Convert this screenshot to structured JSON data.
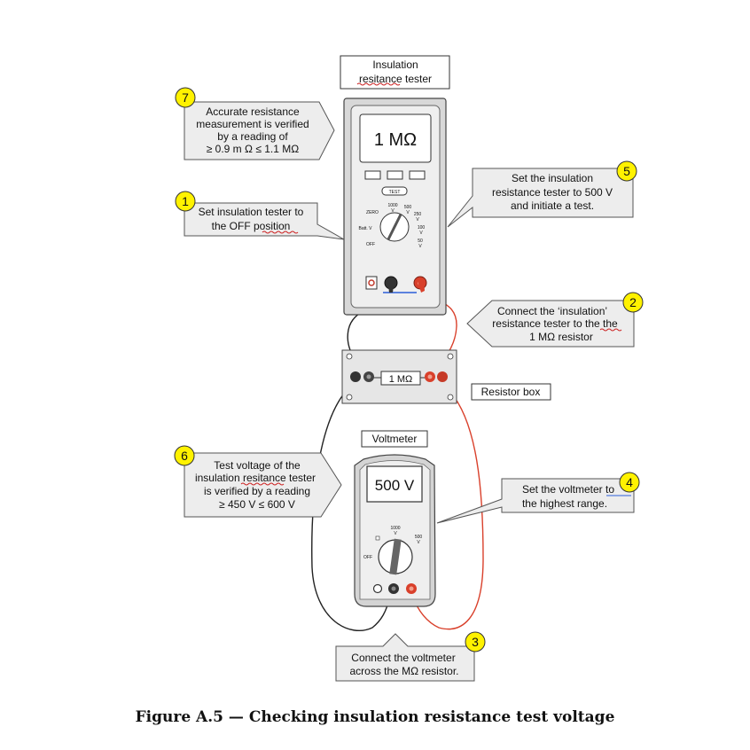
{
  "caption": "Figure A.5 — Checking insulation resistance test voltage",
  "tester_box_label": [
    "Insulation",
    "resitance tester"
  ],
  "tester_display": "1 MΩ",
  "tester_test_button": "TEST",
  "tester_dial": {
    "zero": "ZERO",
    "batt": "Batt. V",
    "off": "OFF",
    "v1000": "1000",
    "v500": "500",
    "v250": "250",
    "v100": "100",
    "v50": "50",
    "v_unit": "V"
  },
  "resistor_label": "1 MΩ",
  "resistor_box_label": "Resistor box",
  "voltmeter_label": "Voltmeter",
  "voltmeter_display": "500 V",
  "voltmeter_dial": {
    "v1000": "1000",
    "v500": "500",
    "v_unit": "V",
    "off": "OFF"
  },
  "callouts": [
    {
      "num": "1",
      "lines": [
        "Set insulation tester to",
        "the OFF position"
      ]
    },
    {
      "num": "2",
      "lines": [
        "Connect the ‘insulation’",
        "resistance tester to the the",
        "1 MΩ resistor"
      ]
    },
    {
      "num": "3",
      "lines": [
        "Connect the voltmeter",
        "across the MΩ resistor."
      ]
    },
    {
      "num": "4",
      "lines": [
        "Set the voltmeter to",
        "the highest range."
      ]
    },
    {
      "num": "5",
      "lines": [
        "Set the insulation",
        "resistance tester to 500 V",
        "and initiate a test."
      ]
    },
    {
      "num": "6",
      "lines": [
        "Test voltage of the",
        "insulation resitance tester",
        "is verified by a reading",
        "≥ 450 V ≤ 600 V"
      ]
    },
    {
      "num": "7",
      "lines": [
        "Accurate resistance",
        "measurement is verified",
        "by a reading of",
        "≥ 0.9 m Ω ≤ 1.1 MΩ"
      ]
    }
  ],
  "colors": {
    "box_fill": "#e6e6e6",
    "callout_fill": "#ededed",
    "badge_fill": "#fff200",
    "red_lead": "#d9402b",
    "black_lead": "#222222",
    "underline_red": "#cc2222",
    "underline_blue": "#2b5fd9"
  }
}
